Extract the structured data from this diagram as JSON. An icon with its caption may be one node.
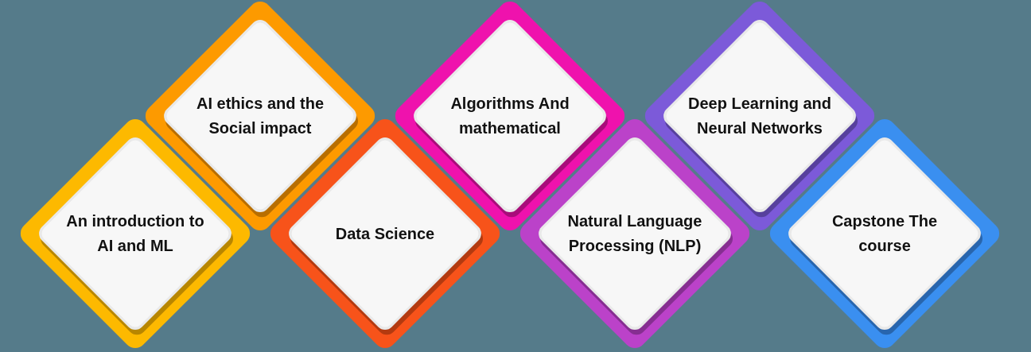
{
  "diagram": {
    "nodes": [
      {
        "text": [
          "An introduction to AI and ML"
        ]
      },
      {
        "text": [
          "AI ethics and the Social impact"
        ]
      },
      {
        "text": [
          "Data Science"
        ]
      },
      {
        "text": [
          "Algorithms And mathematical"
        ]
      },
      {
        "text": [
          "Natural Language Processing (NLP)"
        ]
      },
      {
        "text": [
          "Deep Learning and Neural Networks"
        ]
      },
      {
        "text": [
          "Capstone The course"
        ]
      }
    ]
  }
}
